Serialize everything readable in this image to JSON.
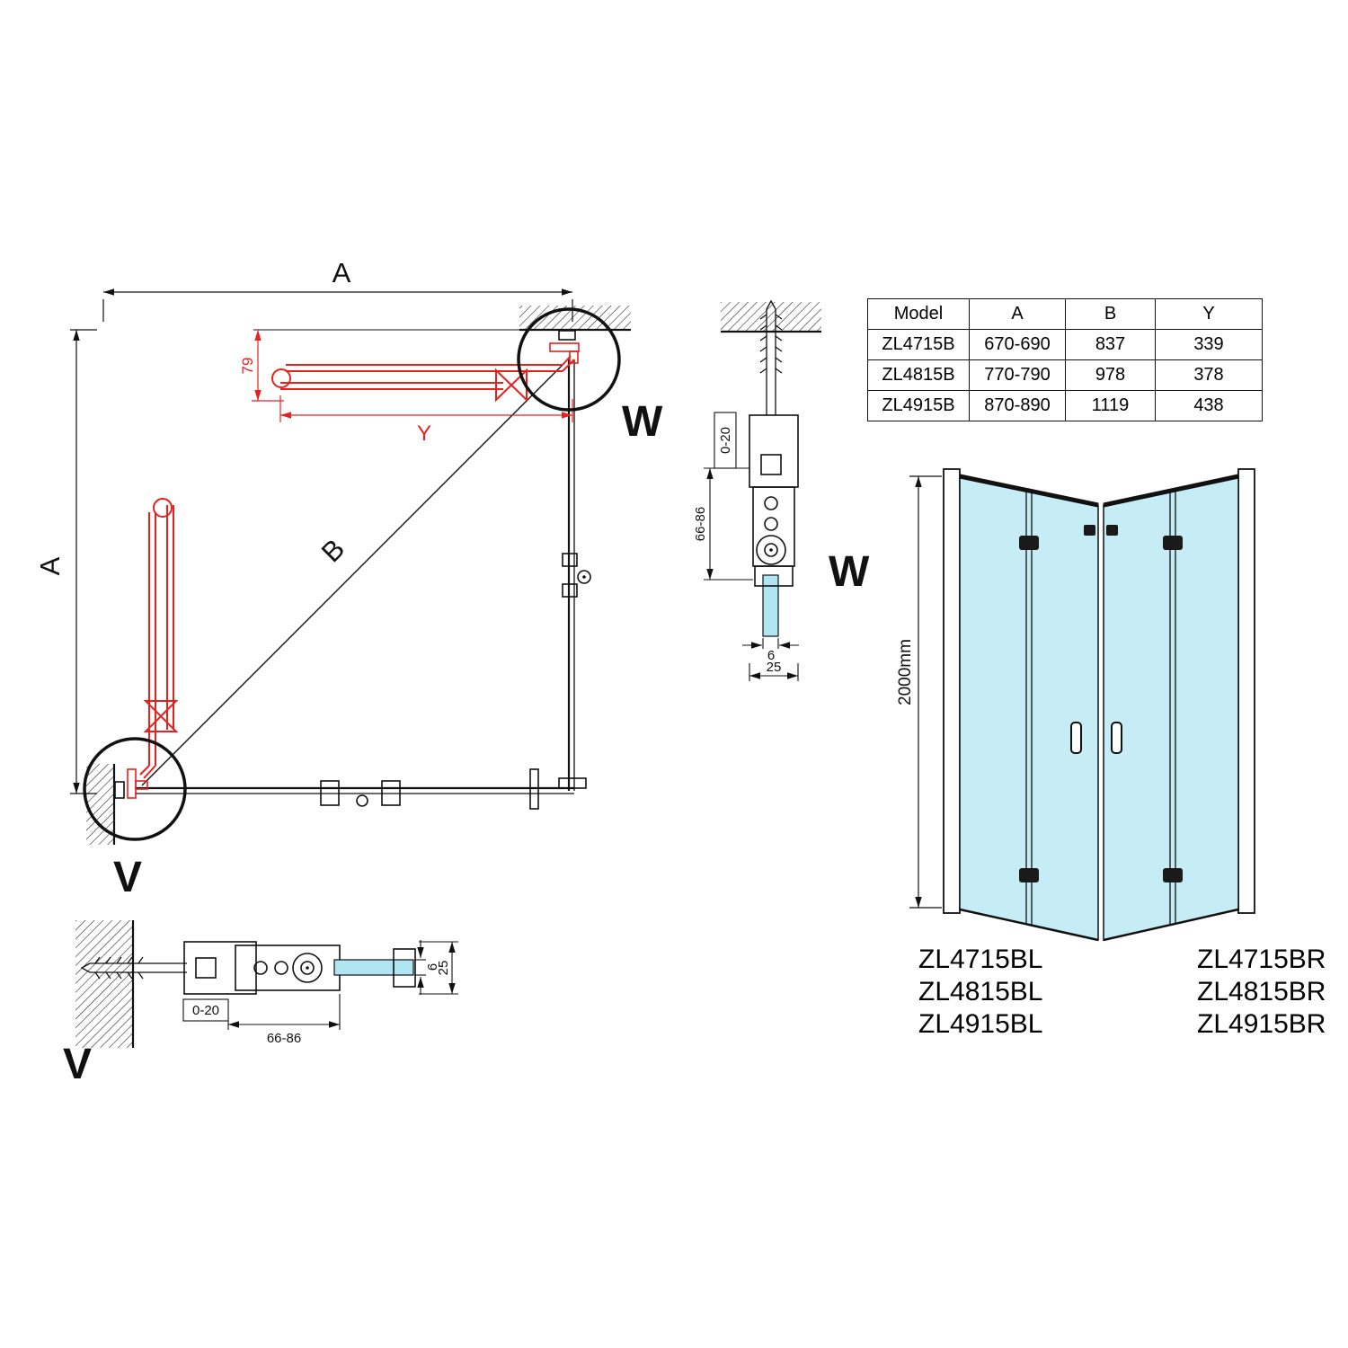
{
  "colors": {
    "line": "#111111",
    "red": "#e8211d",
    "glass": "#c6edf5",
    "glass_strip": "#b0e6f2"
  },
  "plan": {
    "dim_width_label": "A",
    "dim_height_label": "A",
    "dim_diagonal_label": "B",
    "dim_door_label": "Y",
    "dim_door_offset_label": "79",
    "detail_marker_top": "W",
    "detail_marker_bottom": "V"
  },
  "detail_w": {
    "label": "W",
    "dim_adjust": "0-20",
    "dim_profile": "66-86",
    "dim_glass": "6",
    "dim_depth": "25"
  },
  "detail_v": {
    "label": "V",
    "dim_adjust": "0-20",
    "dim_profile": "66-86",
    "dim_glass": "6",
    "dim_depth": "25"
  },
  "table": {
    "headers": [
      "Model",
      "A",
      "B",
      "Y"
    ],
    "rows": [
      {
        "model": "ZL4715B",
        "a": "670-690",
        "b": "837",
        "y": "339"
      },
      {
        "model": "ZL4815B",
        "a": "770-790",
        "b": "978",
        "y": "378"
      },
      {
        "model": "ZL4915B",
        "a": "870-890",
        "b": "1119",
        "y": "438"
      }
    ]
  },
  "perspective": {
    "height_label": "2000mm"
  },
  "variants": {
    "left": [
      "ZL4715BL",
      "ZL4815BL",
      "ZL4915BL"
    ],
    "right": [
      "ZL4715BR",
      "ZL4815BR",
      "ZL4915BR"
    ]
  }
}
